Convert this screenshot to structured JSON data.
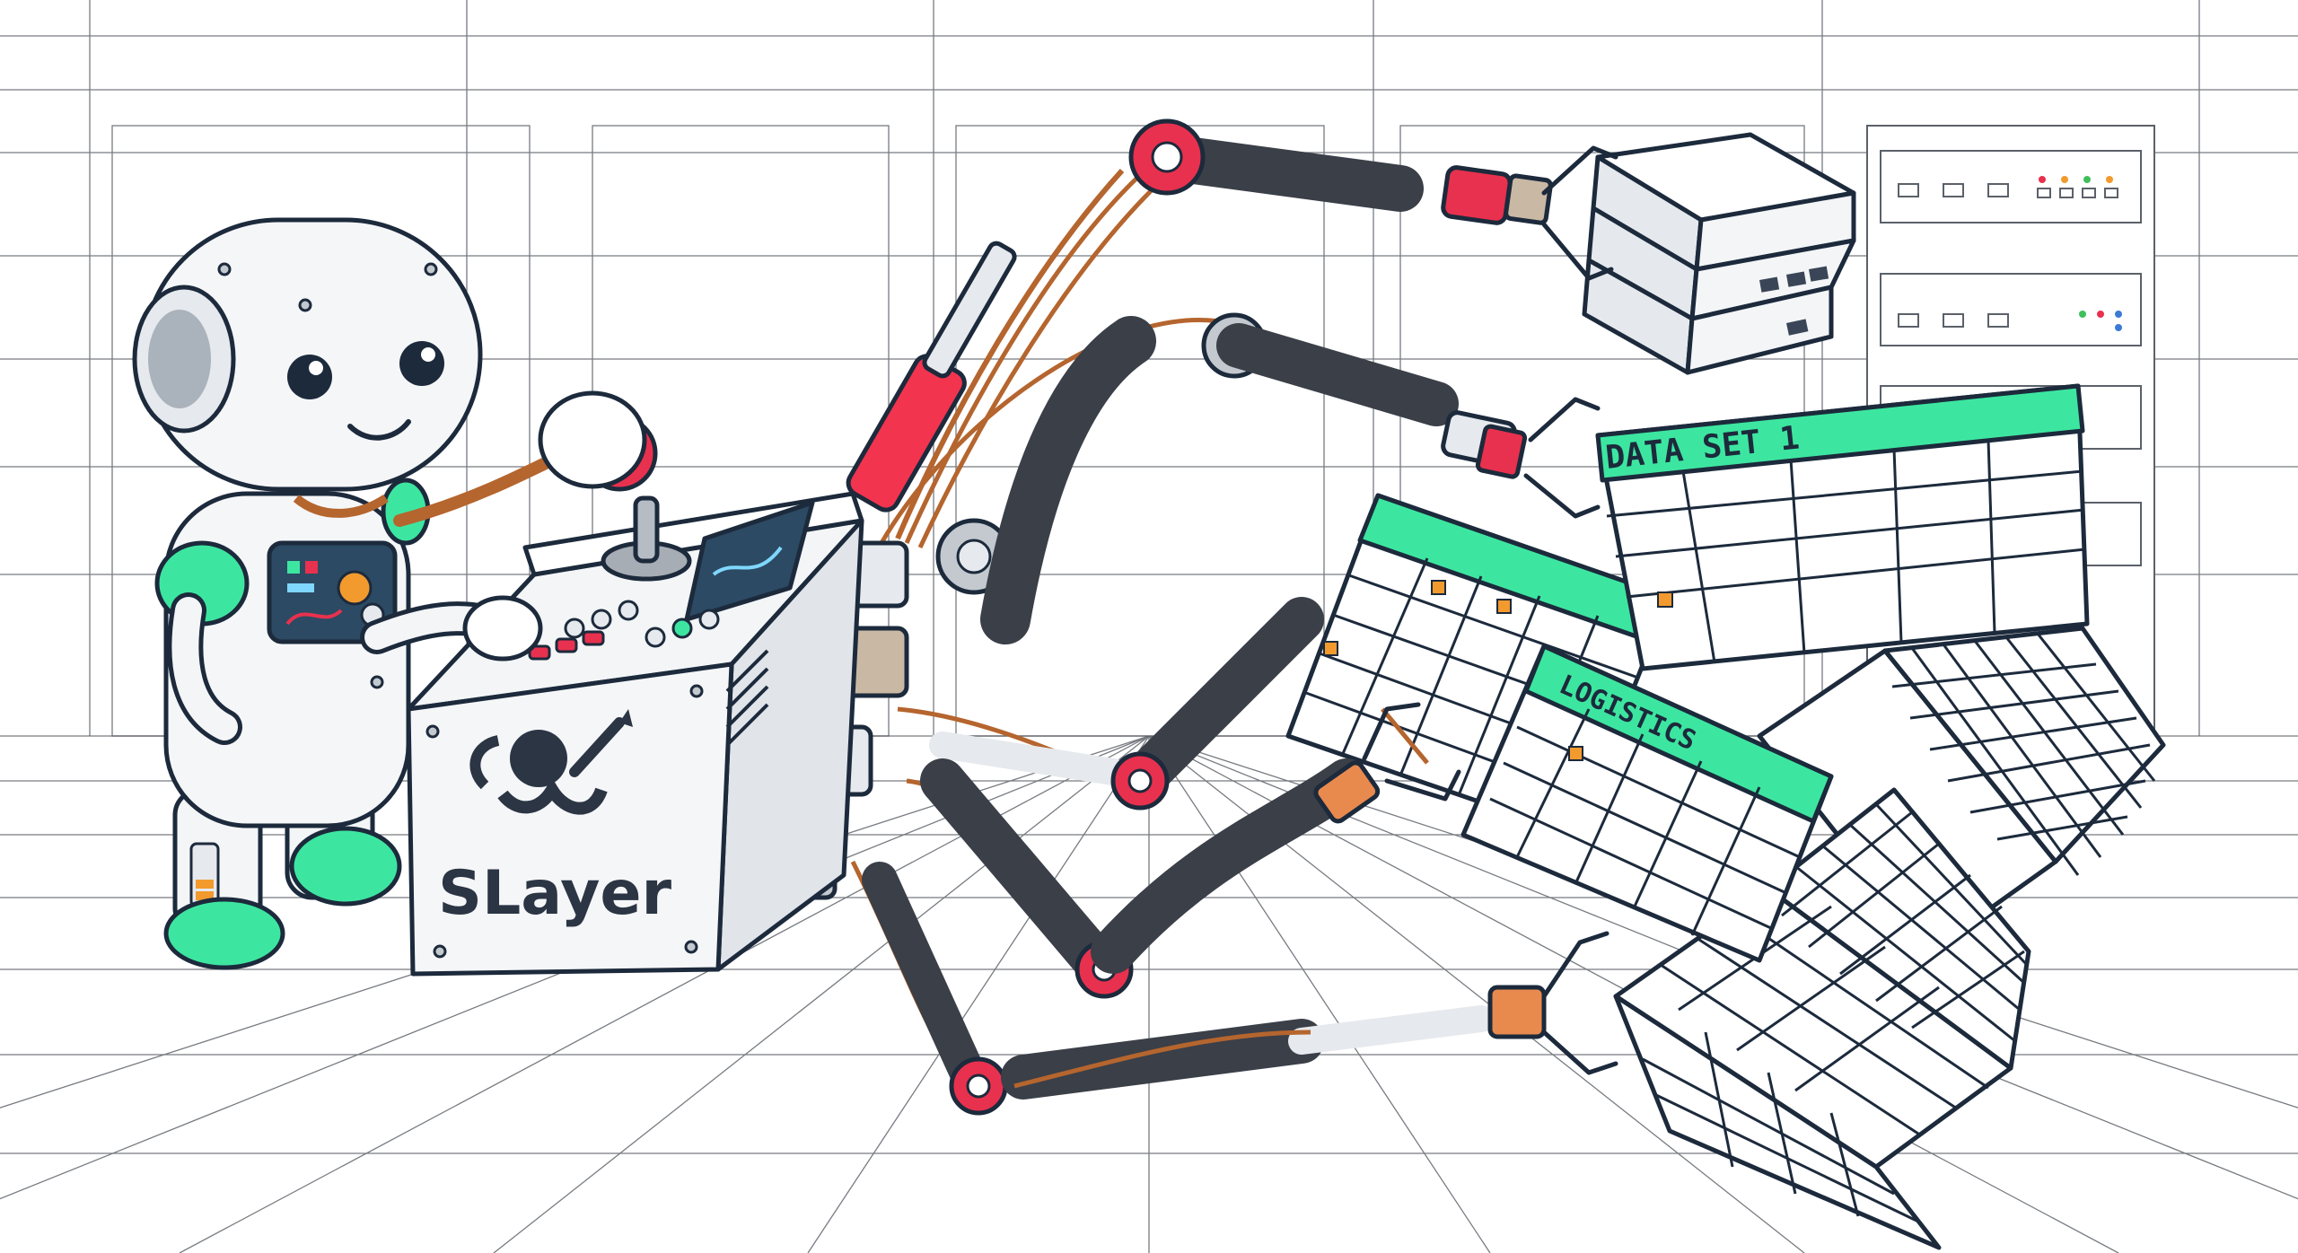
{
  "brand": {
    "name": "SLayer"
  },
  "sheets": {
    "primary_label": "DATA SET 1",
    "secondary_label": "LOGISTICS"
  },
  "colors": {
    "accent_green": "#3de6a0",
    "joint_red": "#e8314e",
    "hydraulic_red": "#f2344f",
    "copper_wire": "#b5652e",
    "carbon_arm": "#3a3f48",
    "outline": "#1c2a3c",
    "server_led_green": "#3fbf5a",
    "server_led_orange": "#f29a2e",
    "server_led_red": "#e8314e",
    "server_led_blue": "#3a7bd5"
  },
  "icons": {
    "brand_logo": "octopus-rocket-logo-icon",
    "joystick": "joystick-icon",
    "robot": "robot-mascot-icon"
  }
}
